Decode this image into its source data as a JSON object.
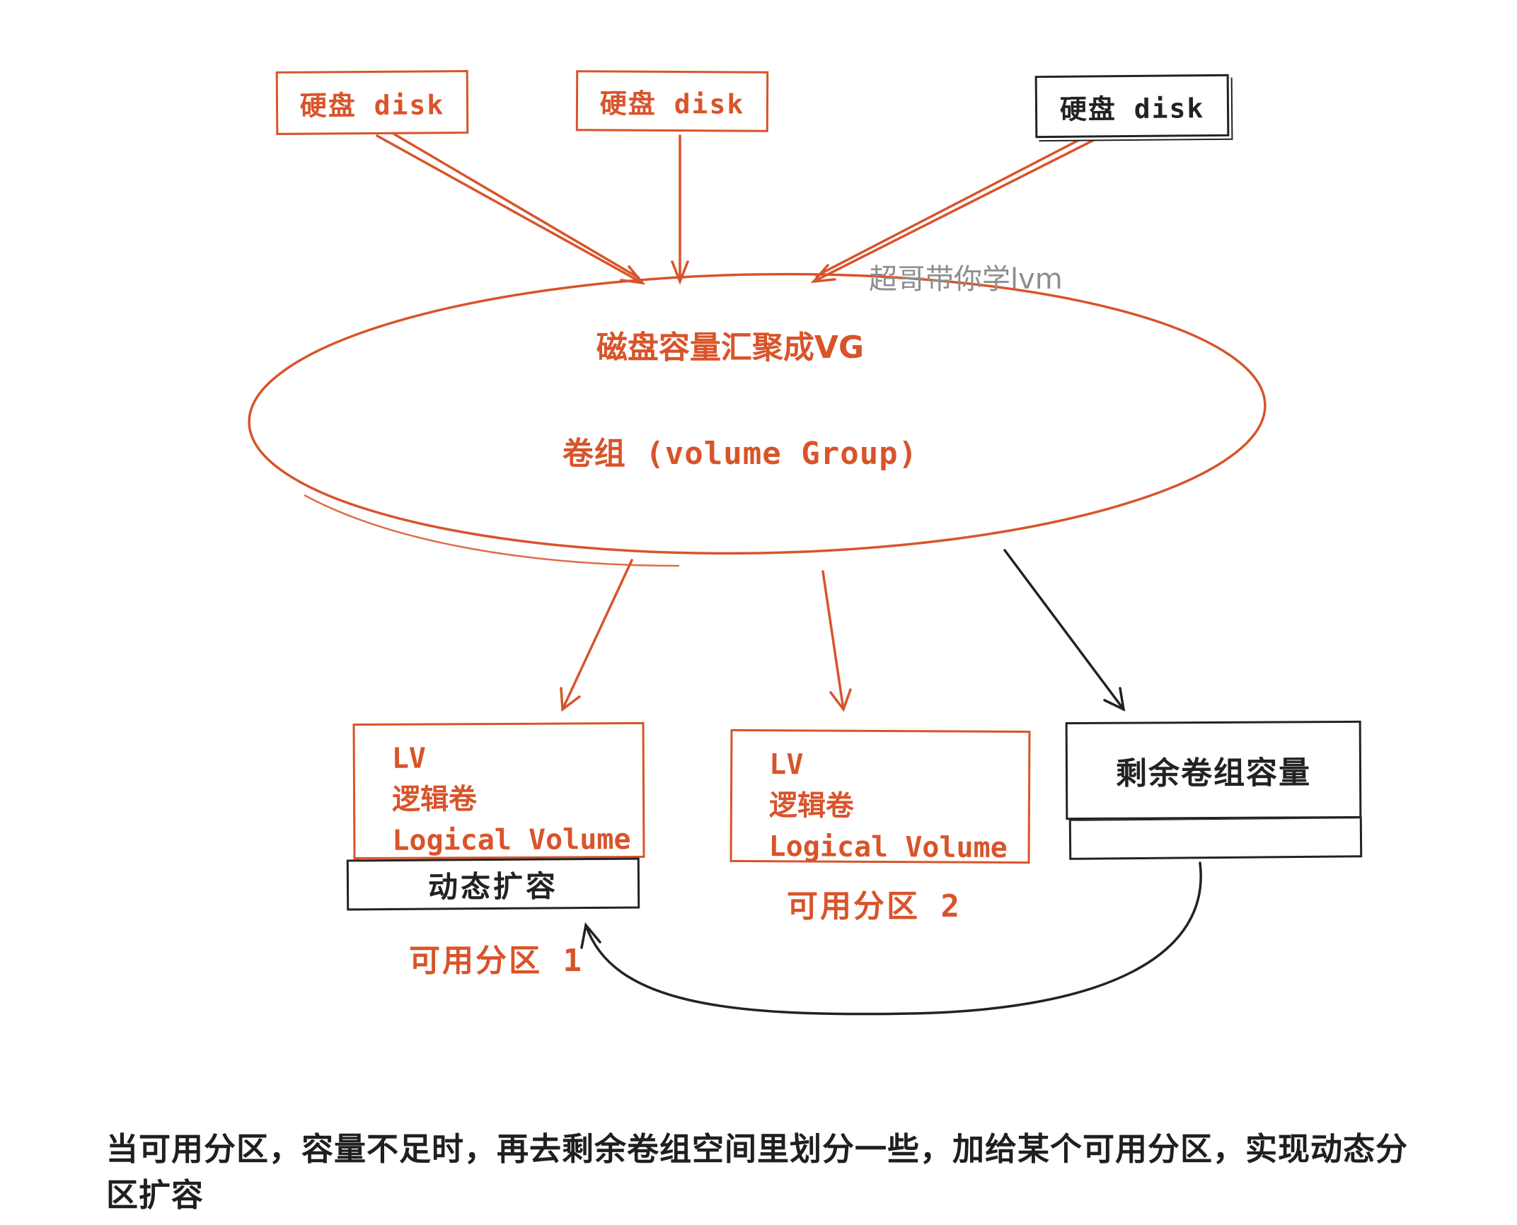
{
  "colors": {
    "accent": "#d8542a",
    "ink": "#222222",
    "watermark": "#8e8e8e"
  },
  "watermark": "超哥带你学lvm",
  "disks": [
    {
      "label": "硬盘 disk"
    },
    {
      "label": "硬盘 disk"
    },
    {
      "label": "硬盘 disk"
    }
  ],
  "volume_group": {
    "line1": "磁盘容量汇聚成VG",
    "line2": "卷组 (volume Group)"
  },
  "logical_volumes": [
    {
      "line1": "LV",
      "line2": "逻辑卷",
      "line3": "Logical Volume",
      "attachment": "动态扩容",
      "caption": "可用分区 1"
    },
    {
      "line1": "LV",
      "line2": "逻辑卷",
      "line3": "Logical Volume",
      "caption": "可用分区 2"
    }
  ],
  "remaining": {
    "label": "剩余卷组容量"
  },
  "footer": "当可用分区，容量不足时，再去剩余卷组空间里划分一些，加给某个可用分区，实现动态分区扩容"
}
